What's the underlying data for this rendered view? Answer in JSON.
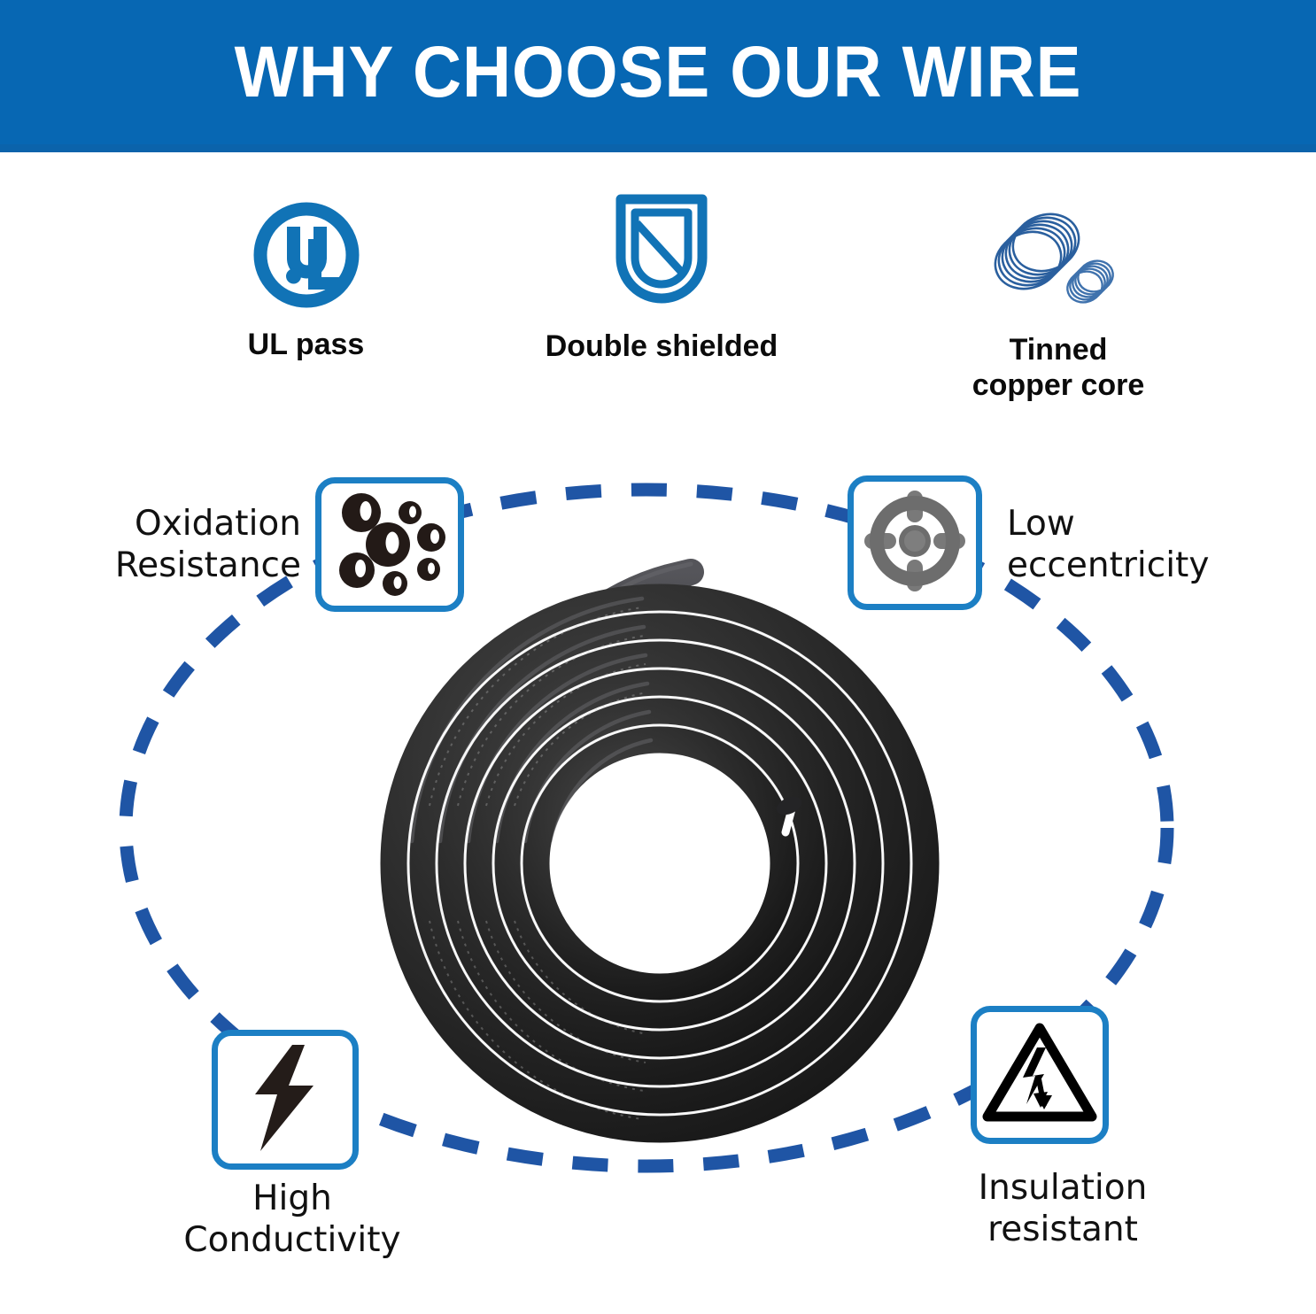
{
  "header": {
    "title": "WHY CHOOSE OUR WIRE",
    "banner_color": "#0767b3",
    "title_color": "#ffffff"
  },
  "colors": {
    "brand_blue": "#0767b3",
    "icon_blue": "#1c7fc4",
    "dash_blue": "#1f55a5",
    "text_black": "#111111",
    "wire_black": "#2b2b2b",
    "gray_icon": "#6e6e6e"
  },
  "top_features": [
    {
      "id": "ul-pass",
      "label": "UL pass",
      "icon": "ul-certification-icon",
      "icon_text": "UL"
    },
    {
      "id": "double-shielded",
      "label": "Double shielded",
      "icon": "double-shield-icon"
    },
    {
      "id": "tinned-copper-core",
      "label": "Tinned\ncopper core",
      "icon": "wire-coils-icon"
    }
  ],
  "corner_features": [
    {
      "id": "oxidation-resistance",
      "label": "Oxidation\nResistance",
      "icon": "oxidation-droplets-icon",
      "position": "top-left"
    },
    {
      "id": "low-eccentricity",
      "label": "Low\neccentricity",
      "icon": "crosshair-target-icon",
      "position": "top-right"
    },
    {
      "id": "high-conductivity",
      "label": "High\nConductivity",
      "icon": "lightning-bolt-icon",
      "position": "bottom-left"
    },
    {
      "id": "insulation-resistant",
      "label": "Insulation\nresistant",
      "icon": "high-voltage-warning-icon",
      "position": "bottom-right"
    }
  ],
  "center": {
    "product": "coiled-black-electrical-wire",
    "description": "Coil of black jacketed wire"
  },
  "connector": {
    "shape": "dashed-oval",
    "style": "dashed",
    "color": "#1f55a5"
  }
}
